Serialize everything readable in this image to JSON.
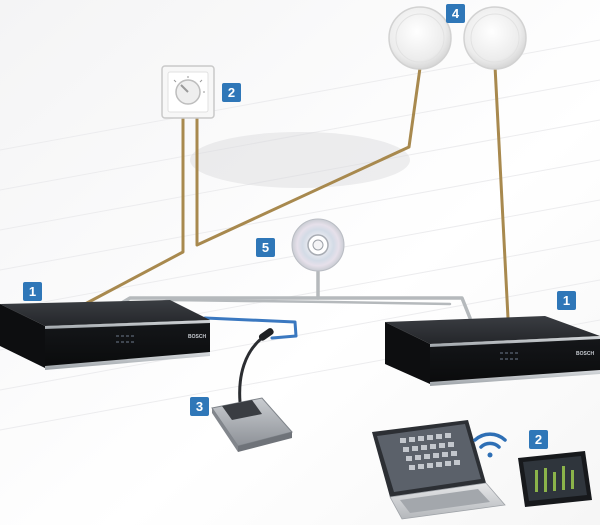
{
  "diagram": {
    "badges": [
      {
        "id": "amplifier-left",
        "label": "1"
      },
      {
        "id": "volume-control",
        "label": "2"
      },
      {
        "id": "call-station",
        "label": "3"
      },
      {
        "id": "ceiling-speakers",
        "label": "4"
      },
      {
        "id": "media-disc",
        "label": "5"
      },
      {
        "id": "amplifier-right",
        "label": "1"
      },
      {
        "id": "control-devices",
        "label": "2"
      }
    ],
    "brand_text": "BOSCH",
    "colors": {
      "badge_bg": "#2f77b8",
      "speaker_cable": "#a8894e",
      "network_cable": "#b5b9bc",
      "mic_cable": "#3a78c0",
      "device_body": "#1c1e22",
      "wifi": "#2e6fb5"
    },
    "icons": [
      "ceiling-speaker-icon",
      "volume-knob-icon",
      "disc-icon",
      "microphone-icon",
      "laptop-icon",
      "tablet-icon",
      "wifi-icon"
    ]
  }
}
